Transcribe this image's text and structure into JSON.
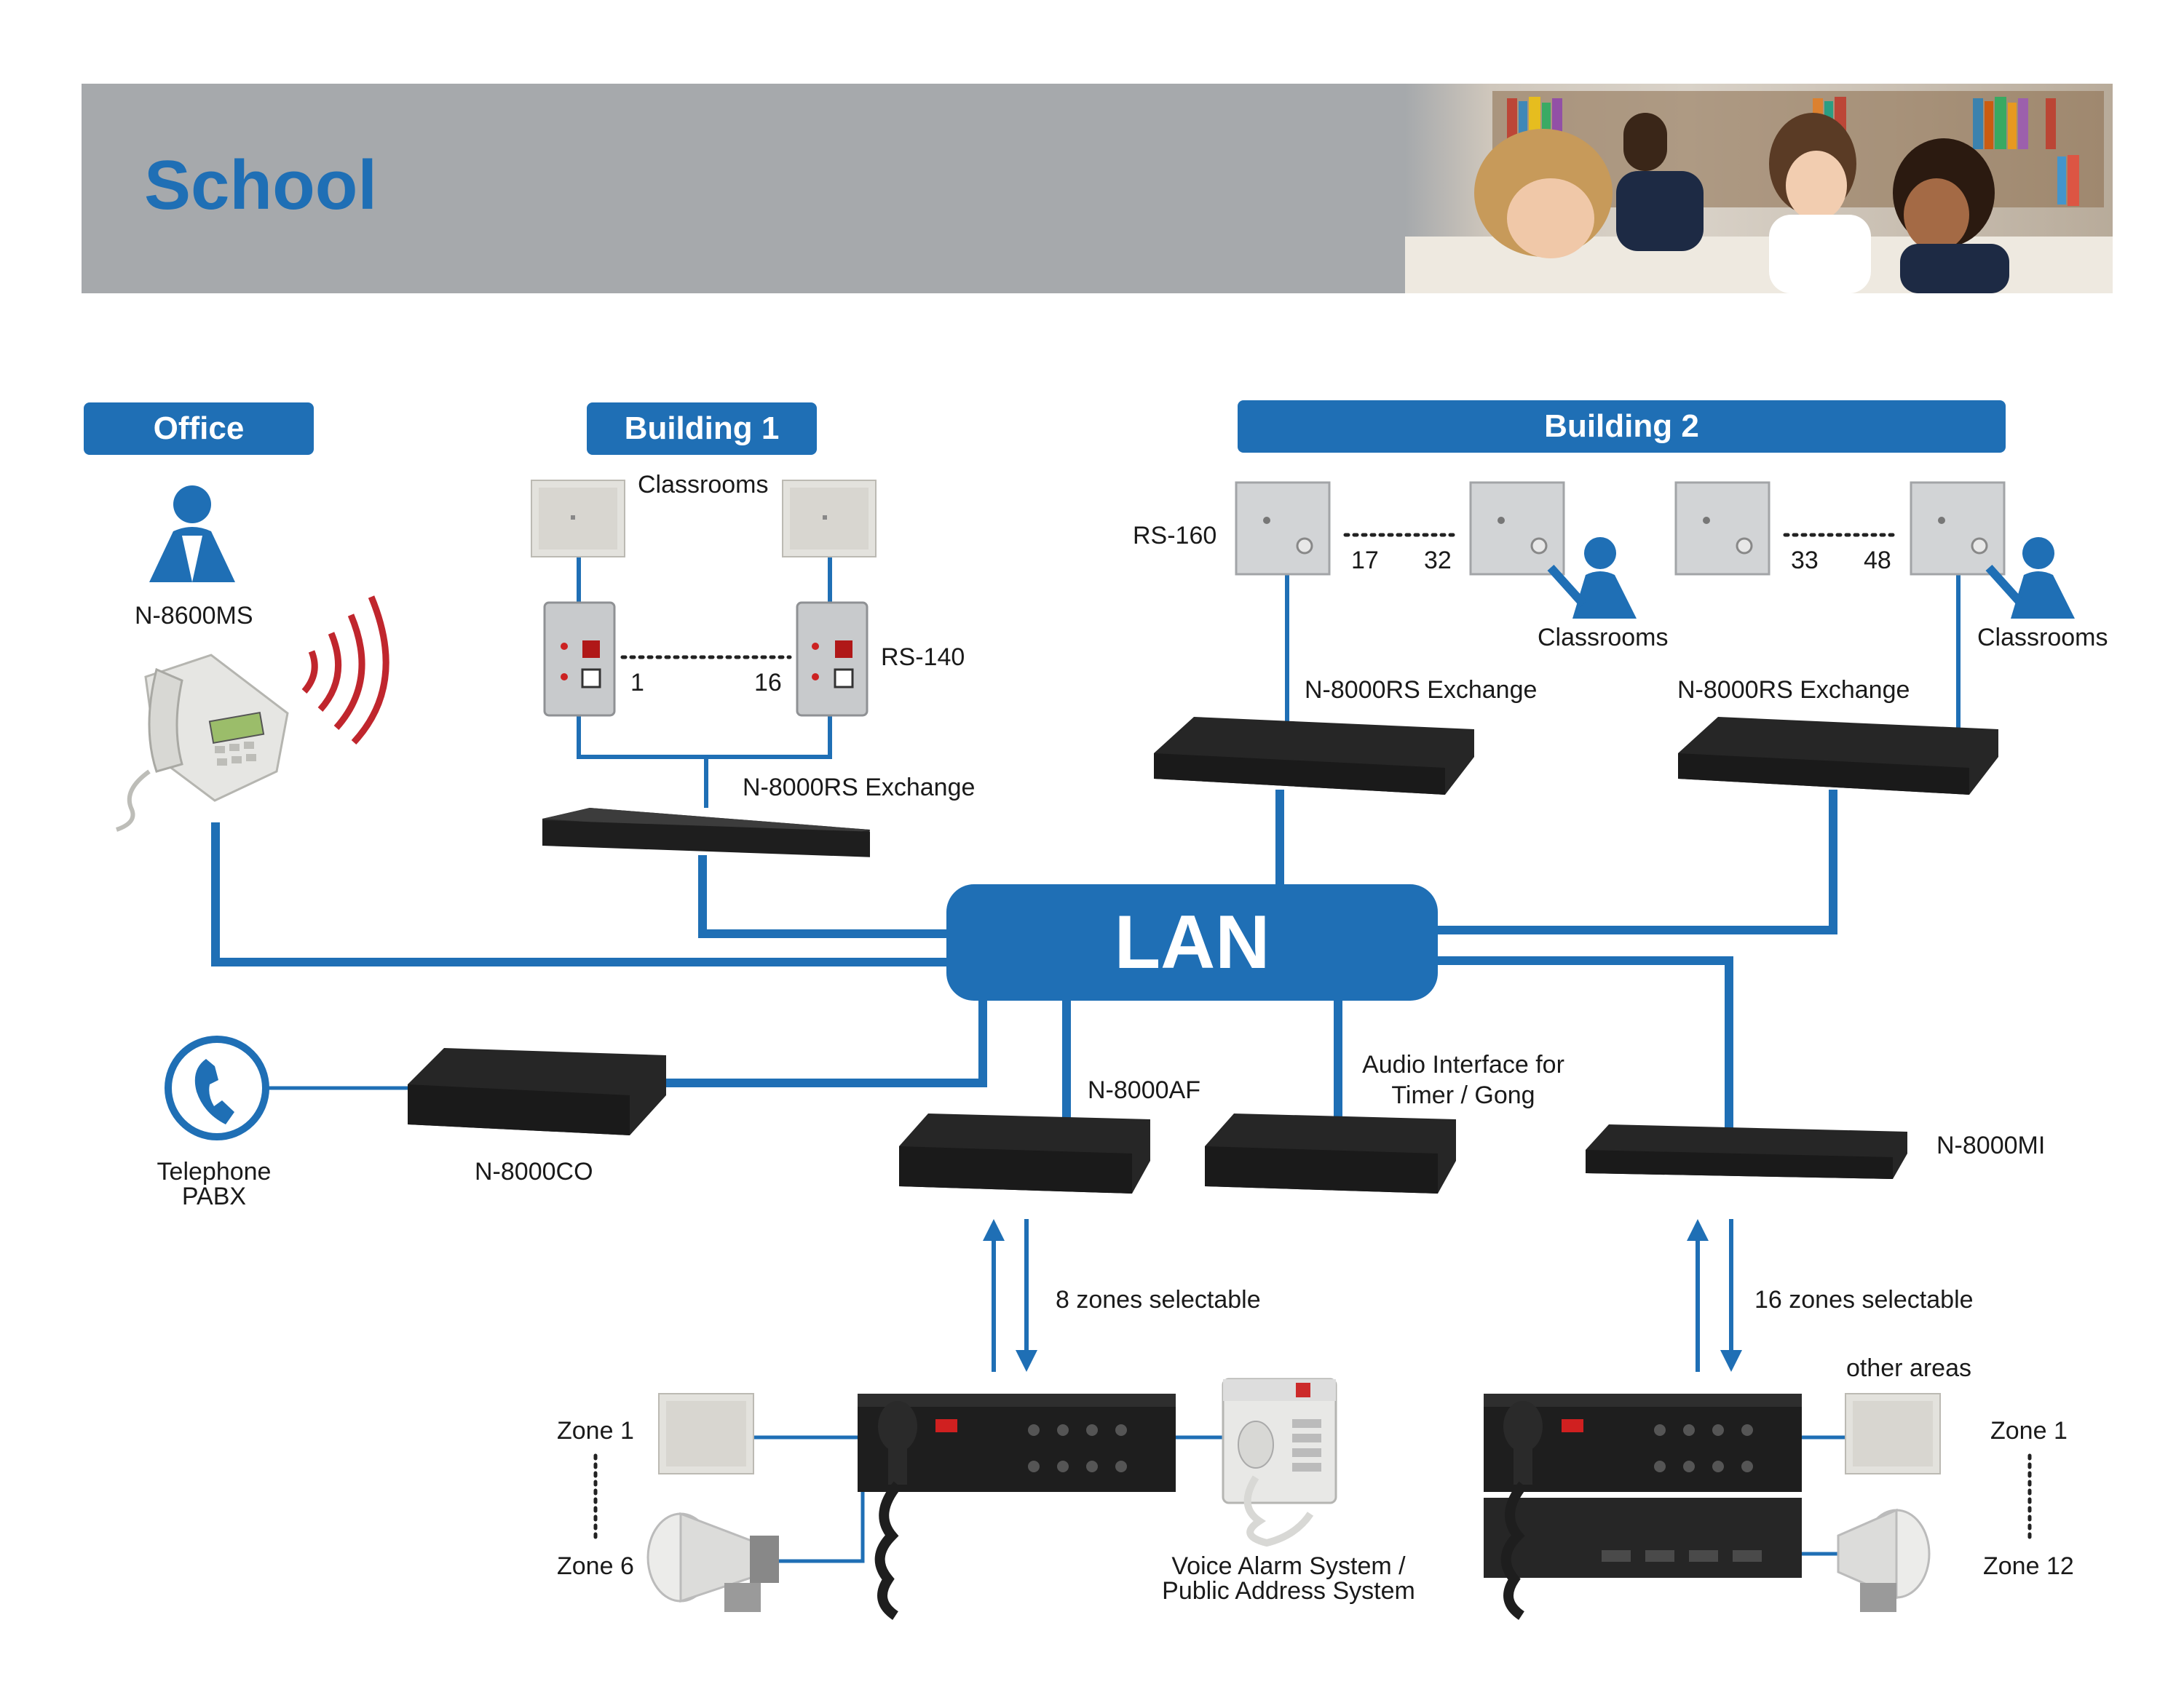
{
  "header": {
    "title": "School"
  },
  "sections": {
    "office": "Office",
    "building1": "Building 1",
    "building2": "Building 2",
    "lan": "LAN"
  },
  "labels": {
    "n8600ms": "N-8600MS",
    "b1_classrooms": "Classrooms",
    "rs140": "RS-140",
    "b1_num_start": "1",
    "b1_num_end": "16",
    "b1_exchange": "N-8000RS Exchange",
    "rs160": "RS-160",
    "b2_num_17": "17",
    "b2_num_32": "32",
    "b2_num_33": "33",
    "b2_num_48": "48",
    "b2_classrooms_a": "Classrooms",
    "b2_classrooms_b": "Classrooms",
    "b2_exchange_a": "N-8000RS Exchange",
    "b2_exchange_b": "N-8000RS Exchange",
    "telephone": "Telephone",
    "pabx": "PABX",
    "n8000co": "N-8000CO",
    "n8000af": "N-8000AF",
    "audio_interface_1": "Audio Interface for",
    "audio_interface_2": "Timer / Gong",
    "n8000mi": "N-8000MI",
    "zones8": "8 zones selectable",
    "zones16": "16 zones selectable",
    "other_areas": "other areas",
    "left_zone1": "Zone 1",
    "left_zone6": "Zone 6",
    "right_zone1": "Zone 1",
    "right_zone12": "Zone 12",
    "vas_1": "Voice Alarm System /",
    "vas_2": "Public Address System"
  },
  "colors": {
    "accent_blue": "#1f6fb5",
    "header_gray": "#a6a9ac",
    "signal_red": "#c0262d",
    "device_black": "#1e1e1e"
  }
}
